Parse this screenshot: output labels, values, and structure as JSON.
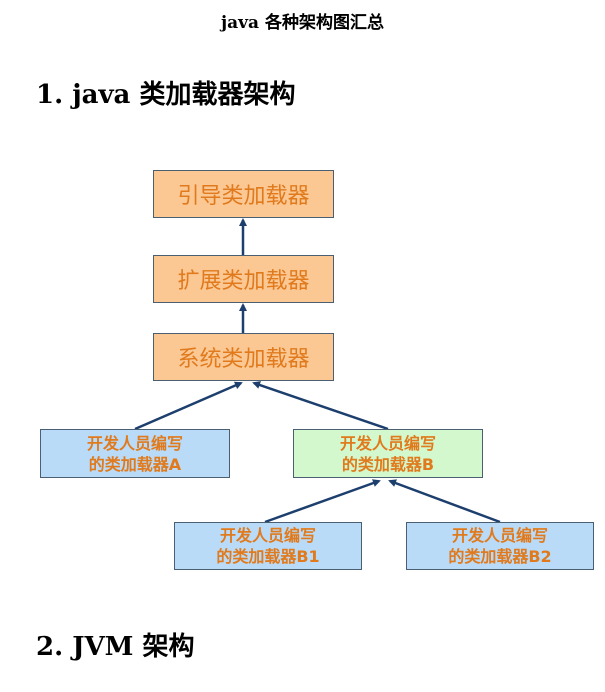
{
  "doc_title": "java 各种架构图汇总",
  "section1": "1. java 类加载器架构",
  "section2": "2. JVM 架构",
  "diagram": {
    "bootstrap": "引导类加载器",
    "extension": "扩展类加载器",
    "system": "系统类加载器",
    "a": {
      "line1": "开发人员编写",
      "line2": "的类加载器A"
    },
    "b": {
      "line1": "开发人员编写",
      "line2": "的类加载器B"
    },
    "b1": {
      "line1": "开发人员编写",
      "line2": "的类加载器B1"
    },
    "b2": {
      "line1": "开发人员编写",
      "line2": "的类加载器B2"
    }
  }
}
